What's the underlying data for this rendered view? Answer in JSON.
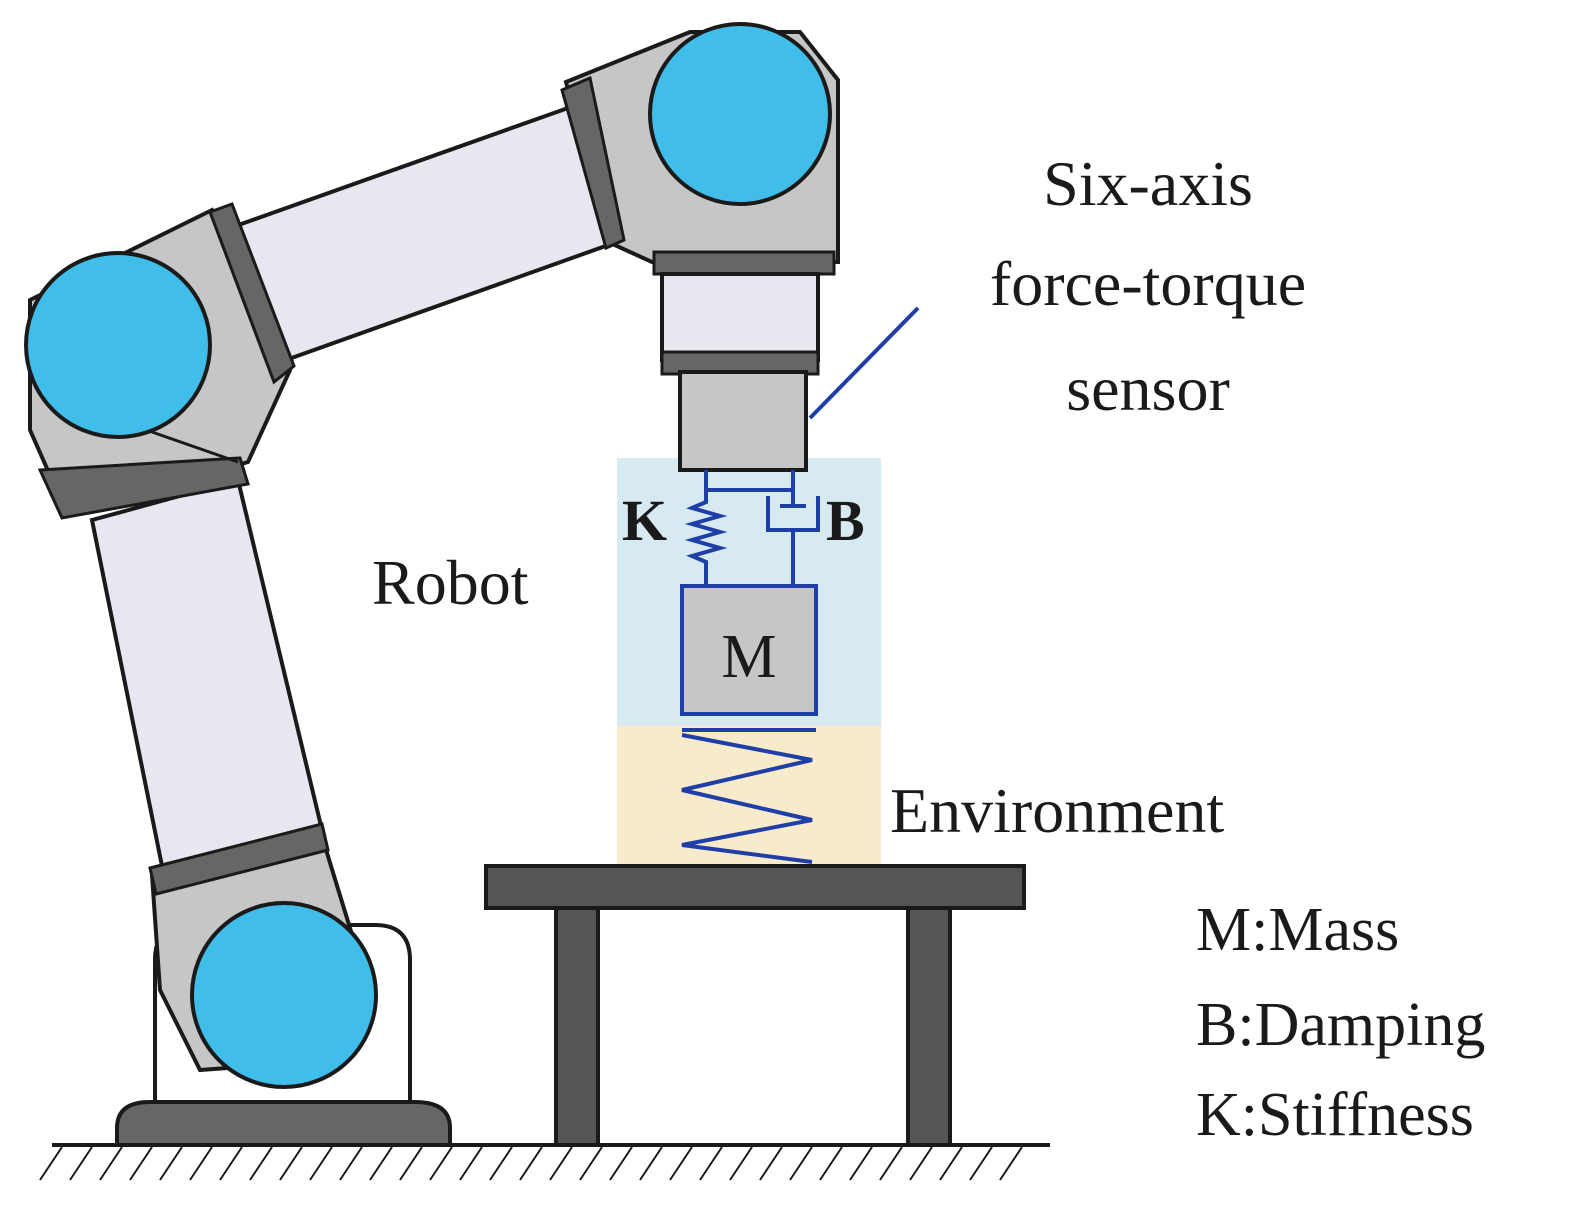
{
  "labels": {
    "sensor_line1": "Six-axis",
    "sensor_line2": "force-torque",
    "sensor_line3": "sensor",
    "robot": "Robot",
    "environment": "Environment",
    "k_symbol": "K",
    "b_symbol": "B",
    "m_symbol": "M"
  },
  "legend": [
    "M:Mass",
    "B:Damping",
    "K:Stiffness"
  ],
  "colors": {
    "joint_blue": "#41bdea",
    "link_fill": "#e8e6ef",
    "housing_gray": "#c6c6c6",
    "ring_dark": "#666666",
    "outline": "#1a1a1a",
    "spring_blue": "#1f3ea8",
    "robot_zone": "#d7e9f1",
    "environment_zone": "#f7ebcc",
    "table": "#555555"
  }
}
